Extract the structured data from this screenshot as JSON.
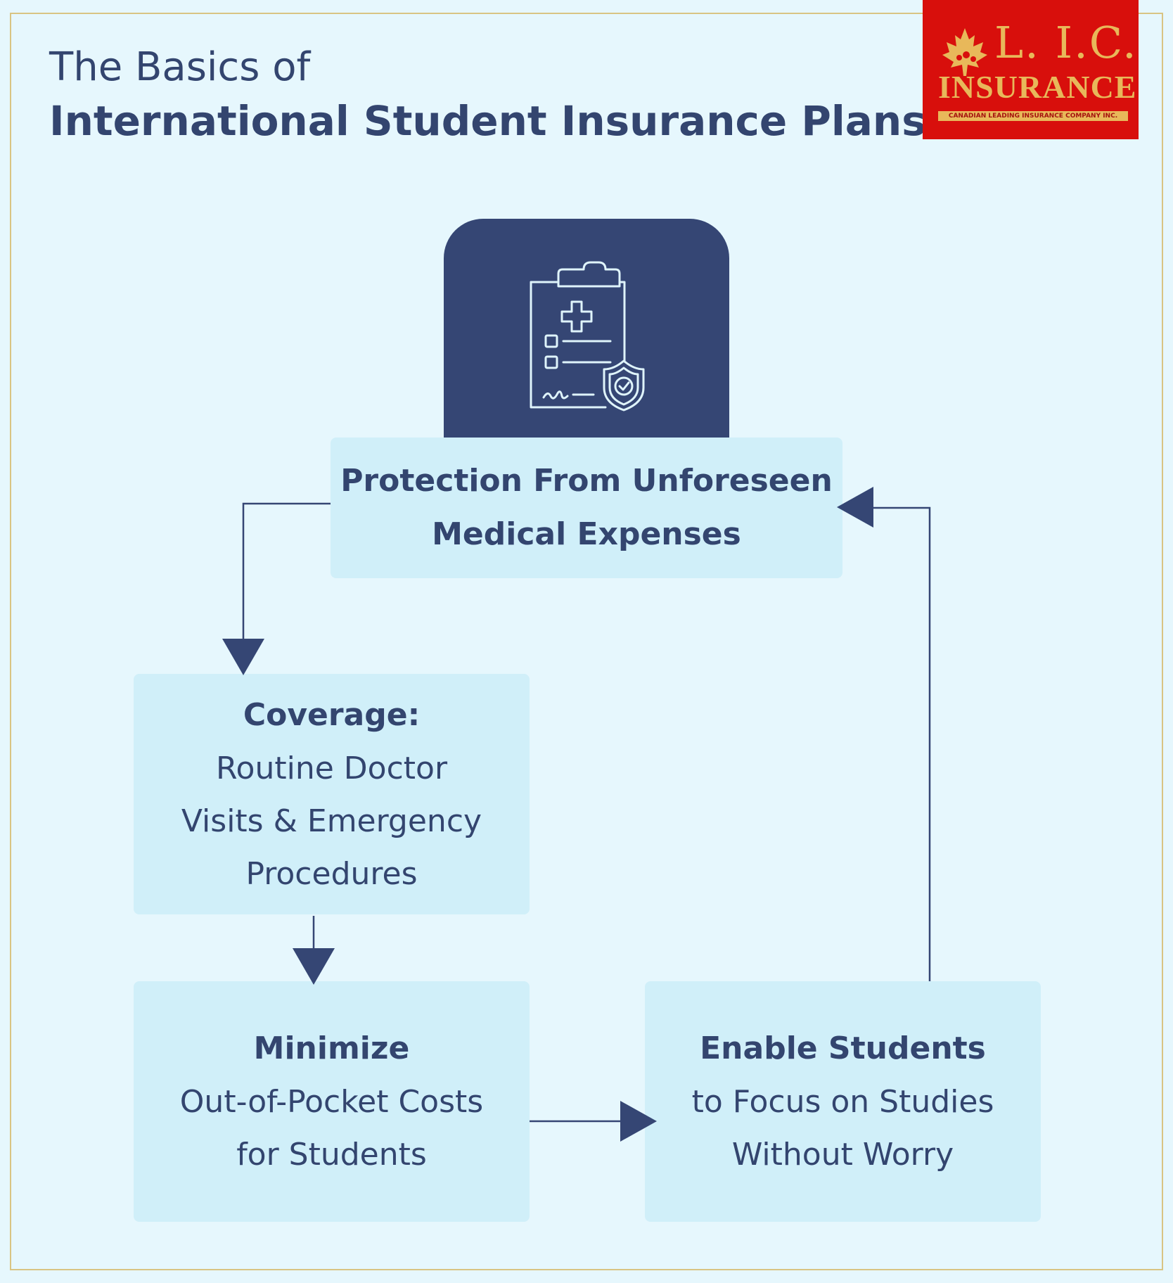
{
  "title": {
    "line1": "The Basics of",
    "line2": "International Student Insurance Plans"
  },
  "logo": {
    "brand": "L. I.C.",
    "word": "INSURANCE",
    "tagline": "CANADIAN LEADING INSURANCE COMPANY INC."
  },
  "icon": {
    "name": "clipboard-medical-shield-icon"
  },
  "nodes": {
    "protection": {
      "line1": "Protection From Unforeseen",
      "line2": "Medical Expenses"
    },
    "coverage": {
      "heading": "Coverage:",
      "line1": "Routine Doctor",
      "line2": "Visits & Emergency",
      "line3": "Procedures"
    },
    "minimize": {
      "heading": "Minimize",
      "line1": "Out-of-Pocket Costs",
      "line2": "for Students"
    },
    "enable": {
      "heading": "Enable Students",
      "line1": "to Focus on Studies",
      "line2": "Without Worry"
    }
  },
  "colors": {
    "background": "#e6f7fd",
    "box": "#d0eff9",
    "navy": "#354674",
    "text": "#33456f",
    "border_gold": "#d9c483",
    "logo_red": "#d80f0c",
    "logo_gold": "#e8b85a"
  }
}
